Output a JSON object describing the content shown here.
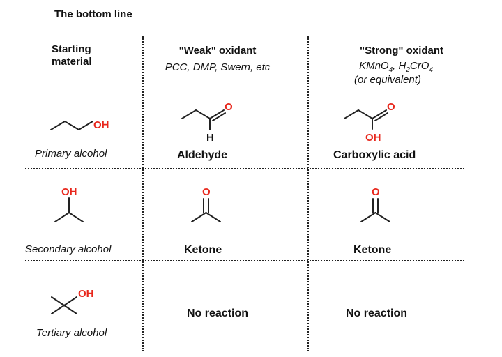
{
  "title": "The bottom line",
  "columns": {
    "starting": [
      "Starting",
      "material"
    ],
    "weak": {
      "heading": "\"Weak\" oxidant",
      "reagents": "PCC, DMP, Swern, etc"
    },
    "strong": {
      "heading": "\"Strong\" oxidant",
      "reagents": {
        "kmno_main": "KMnO",
        "kmno_sub": "4",
        "sep": ", H",
        "h_sub": "2",
        "cro": "CrO",
        "cro_sub": "4"
      },
      "note": "(or equivalent)"
    }
  },
  "rows": [
    {
      "start_label": "Primary alcohol",
      "weak_product": "Aldehyde",
      "strong_product": "Carboxylic acid"
    },
    {
      "start_label": "Secondary alcohol",
      "weak_product": "Ketone",
      "strong_product": "Ketone"
    },
    {
      "start_label": "Tertiary alcohol",
      "weak_product": "No reaction",
      "strong_product": "No reaction"
    }
  ],
  "atoms": {
    "oh": "OH",
    "o": "O",
    "h": "H"
  },
  "colors": {
    "heteroatom": "#e8271c",
    "bond": "#222222"
  }
}
